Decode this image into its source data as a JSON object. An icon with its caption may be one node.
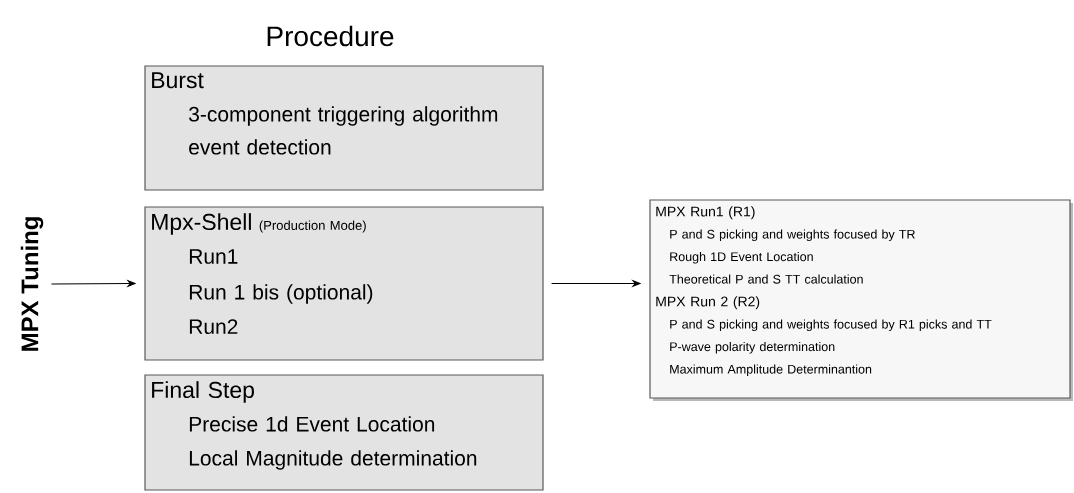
{
  "diagram": {
    "title": "Procedure",
    "nodes": [
      {
        "text": [
          "MPX Tuning"
        ]
      },
      {
        "text": [
          "Burst",
          "3-component triggering algorithm",
          "event detection"
        ]
      },
      {
        "text": [
          "Mpx-Shell",
          "(Production Mode)",
          "Run1",
          "Run 1 bis (optional)",
          "Run2"
        ]
      },
      {
        "text": [
          "Final Step",
          "Precise 1d Event Location",
          "Local Magnitude determination"
        ]
      },
      {
        "text": [
          "MPX Run1 (R1)",
          "P and S picking and weights focused by TR",
          "Rough 1D Event Location",
          "Theoretical P and S TT calculation",
          "MPX Run 2 (R2)",
          "P and S picking and weights focused by R1 picks and TT",
          "P-wave polarity determination",
          "Maximum Amplitude Determinantion"
        ]
      }
    ],
    "edges": [
      {
        "from": 0,
        "to": 2,
        "arrow": "to"
      },
      {
        "from": 2,
        "to": 4,
        "arrow": "to"
      }
    ]
  }
}
